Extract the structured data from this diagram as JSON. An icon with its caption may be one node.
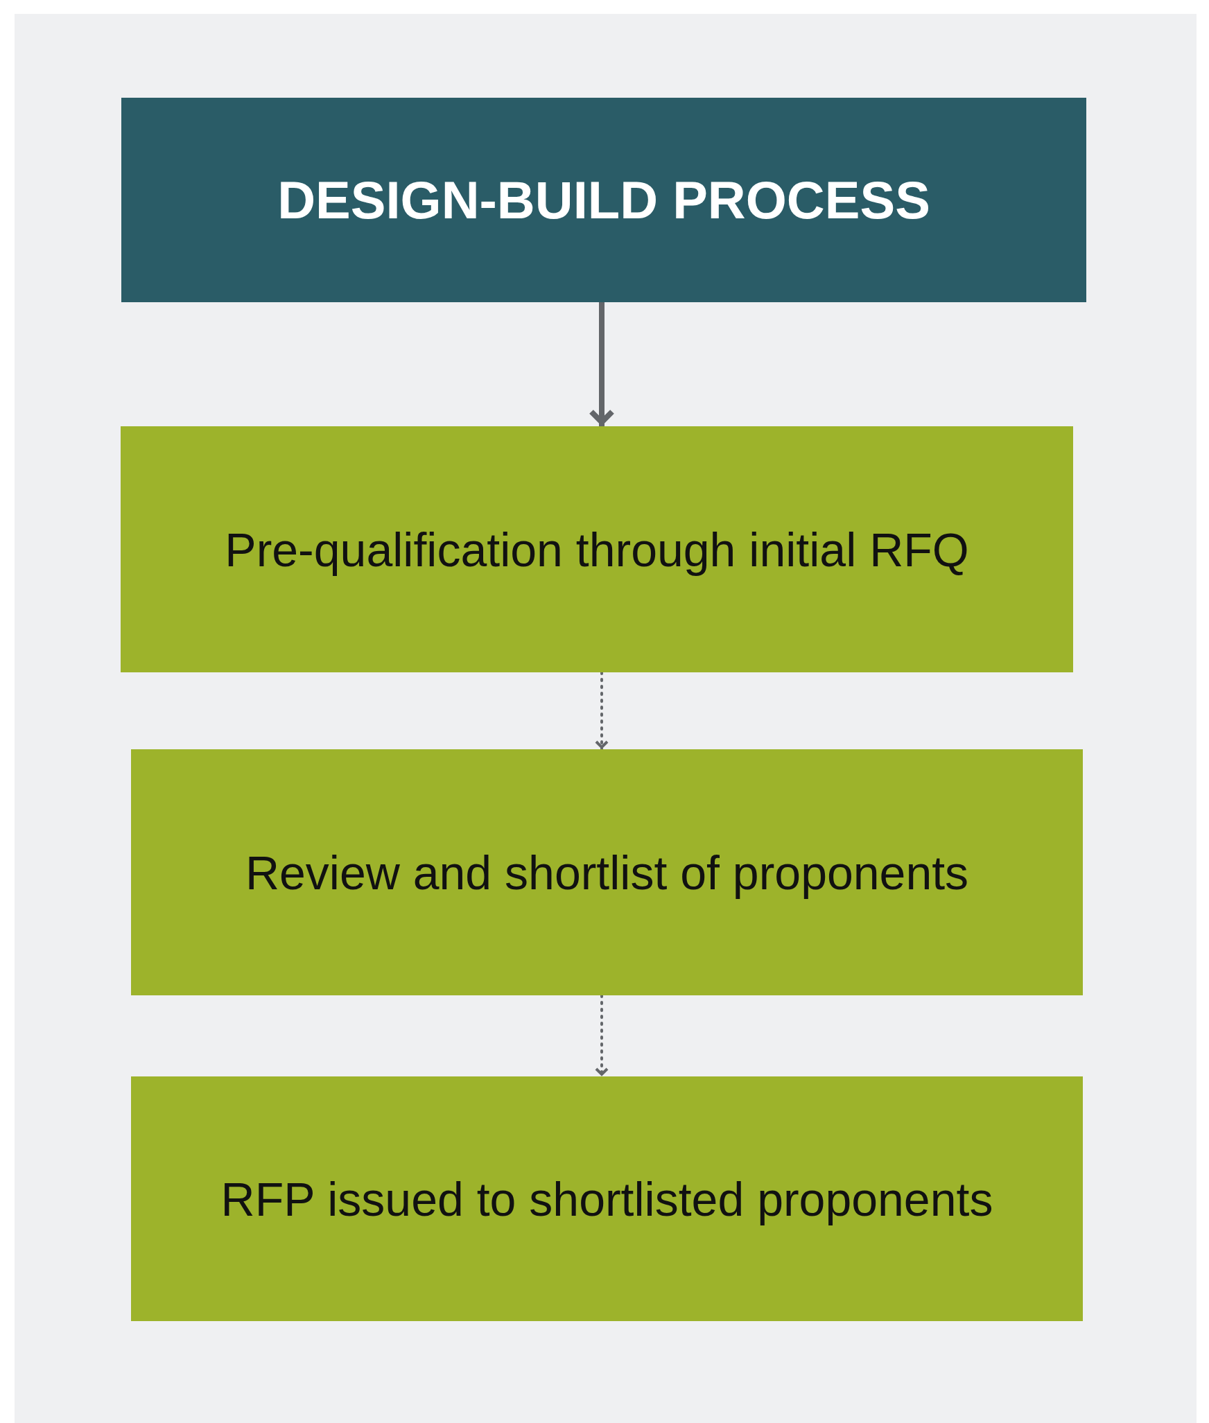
{
  "diagram": {
    "nodes": [
      {
        "text": [
          "DESIGN-BUILD PROCESS"
        ]
      },
      {
        "text": [
          "Pre-qualification through initial RFQ"
        ]
      },
      {
        "text": [
          "Review and shortlist of proponents"
        ]
      },
      {
        "text": [
          "RFP issued to shortlisted proponents"
        ]
      }
    ],
    "edges": [
      {
        "from": 0,
        "to": 1,
        "arrow": "to",
        "style": "thick"
      },
      {
        "from": 1,
        "to": 2,
        "arrow": "to",
        "style": "dashed"
      },
      {
        "from": 2,
        "to": 3,
        "arrow": "to",
        "style": "dashed"
      }
    ]
  }
}
